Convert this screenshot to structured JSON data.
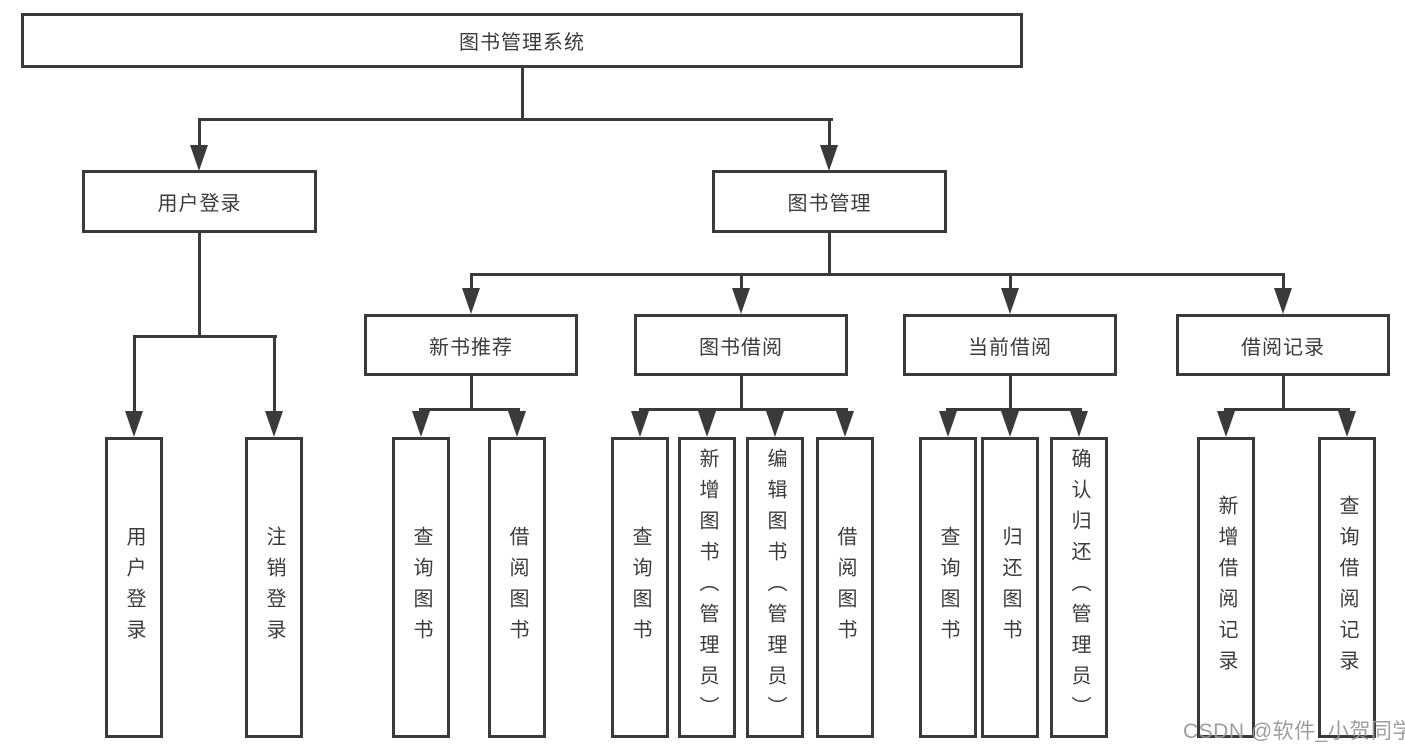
{
  "diagram_title": "图书管理系统",
  "tree": {
    "label": "图书管理系统",
    "children": [
      {
        "label": "用户登录",
        "children": [
          {
            "label": "用户登录"
          },
          {
            "label": "注销登录"
          }
        ]
      },
      {
        "label": "图书管理",
        "children": [
          {
            "label": "新书推荐",
            "children": [
              {
                "label": "查询图书"
              },
              {
                "label": "借阅图书"
              }
            ]
          },
          {
            "label": "图书借阅",
            "children": [
              {
                "label": "查询图书"
              },
              {
                "label": "新增图书（管理员）"
              },
              {
                "label": "编辑图书（管理员）"
              },
              {
                "label": "借阅图书"
              }
            ]
          },
          {
            "label": "当前借阅",
            "children": [
              {
                "label": "查询图书"
              },
              {
                "label": "归还图书"
              },
              {
                "label": "确认归还（管理员）"
              }
            ]
          },
          {
            "label": "借阅记录",
            "children": [
              {
                "label": "新增借阅记录"
              },
              {
                "label": "查询借阅记录"
              }
            ]
          }
        ]
      }
    ]
  },
  "watermark": "CSDN @软件_小贺同学",
  "colors": {
    "line": "#3a3a3a",
    "text": "#3c3c3c",
    "box_background": "#ffffff",
    "watermark": "#98989e"
  }
}
